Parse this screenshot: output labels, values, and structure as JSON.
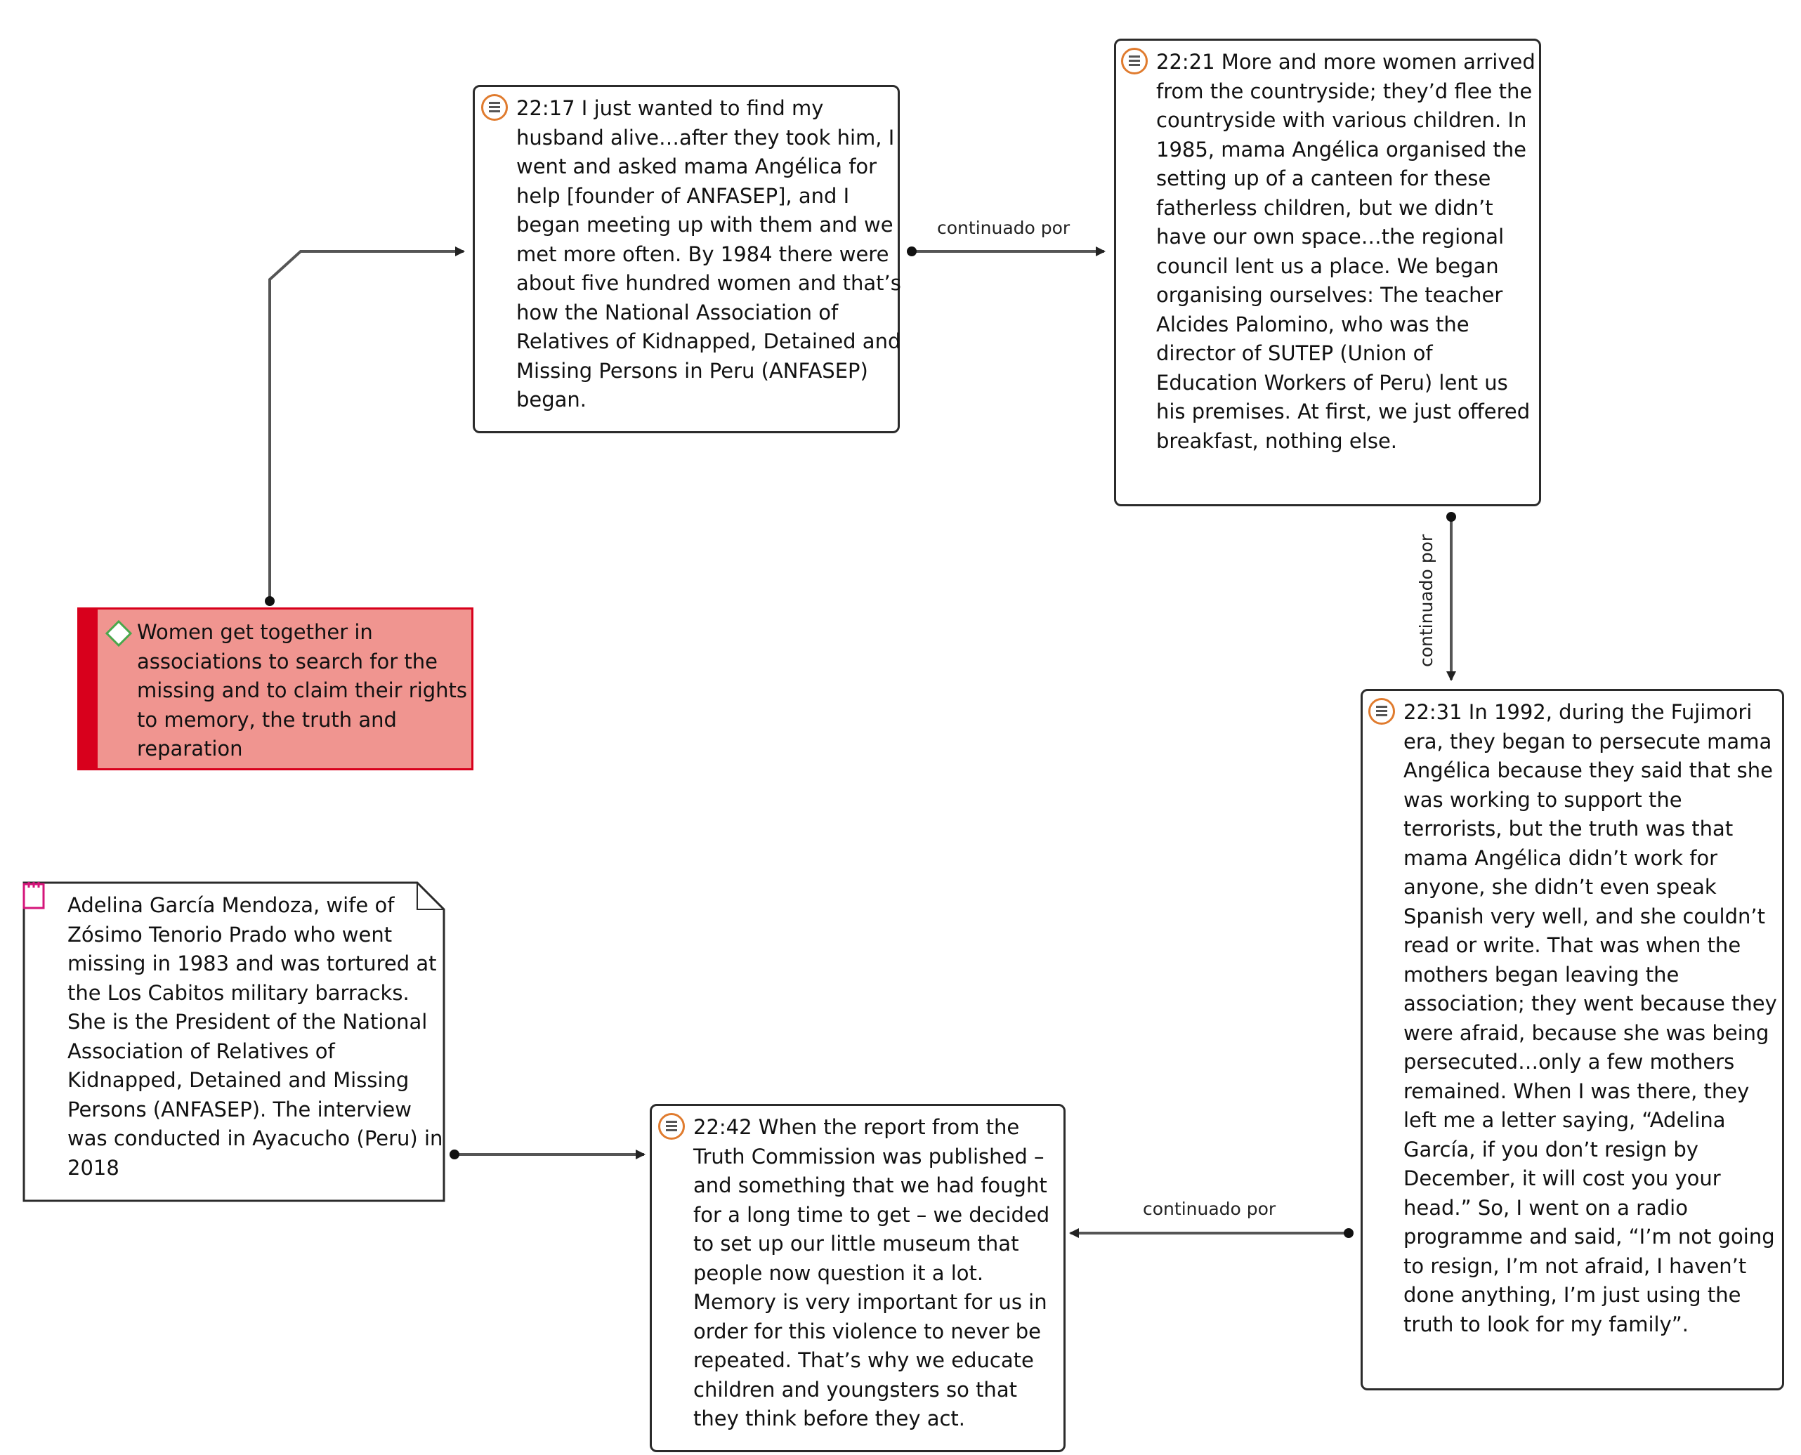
{
  "nodes": {
    "q2217": {
      "icon": "quote-icon",
      "lines": [
        "22:17 I just wanted to find my",
        "husband alive…after they took him, I",
        "went and asked mama Angélica for",
        "help [founder of ANFASEP], and I",
        "began meeting up with them and we",
        "met more often. By 1984 there were",
        "about five hundred women and that’s",
        "how the National Association of",
        "Relatives of Kidnapped, Detained and",
        "Missing Persons in Peru (ANFASEP)",
        "began."
      ]
    },
    "q2221": {
      "icon": "quote-icon",
      "lines": [
        "22:21 More and more women arrived",
        "from the countryside; they’d flee the",
        "countryside with various children. In",
        "1985, mama Angélica organised the",
        "setting up of a canteen for these",
        "fatherless children, but we didn’t",
        "have our own space…the regional",
        "council lent us a place. We began",
        "organising ourselves: The teacher",
        "Alcides Palomino, who was the",
        "director of SUTEP (Union of",
        "Education Workers of Peru) lent us",
        "his premises. At first, we just offered",
        "breakfast, nothing else."
      ]
    },
    "q2231": {
      "icon": "quote-icon",
      "lines": [
        "22:31 In 1992, during the Fujimori",
        "era, they began to persecute mama",
        "Angélica because they said that she",
        "was working to support the",
        "terrorists, but the truth was that",
        "mama Angélica didn’t work for",
        "anyone, she didn’t even speak",
        "Spanish very well, and she couldn’t",
        "read or write. That was when the",
        "mothers began leaving the",
        "association; they went because they",
        "were afraid, because she was being",
        "persecuted…only a few mothers",
        "remained. When I was there, they",
        "left me a letter saying, “Adelina",
        "García, if you don’t resign by",
        "December, it will cost you your",
        "head.” So, I went on a radio",
        "programme and said, “I’m not going",
        "to resign, I’m not afraid, I haven’t",
        "done anything, I’m just using the",
        "truth to look for my family”."
      ]
    },
    "q2242": {
      "icon": "quote-icon",
      "lines": [
        "22:42 When the report from the",
        "Truth Commission was published –",
        "and something that we had fought",
        "for a long time to get – we decided",
        "to set up our little museum that",
        "people now question it a lot.",
        "Memory is very important for us in",
        "order for this violence to never be",
        "repeated. That’s why we educate",
        "children and youngsters so that",
        "they think before they act."
      ]
    },
    "code": {
      "icon": "diamond-icon",
      "color_fill": "#f09590",
      "color_accent": "#d8001c",
      "lines": [
        "Women get together in",
        "associations to search for the",
        "missing and to claim their rights",
        "to memory, the truth and",
        "reparation"
      ]
    },
    "memo": {
      "icon": "memo-icon",
      "lines": [
        "Adelina García Mendoza, wife of",
        "Zósimo Tenorio Prado who went",
        "missing in 1983 and was tortured at",
        "the Los Cabitos military barracks.",
        "She is the President of the National",
        "Association of Relatives of",
        "Kidnapped, Detained and Missing",
        "Persons (ANFASEP). The interview",
        "was conducted in Ayacucho (Peru) in",
        "2018"
      ]
    }
  },
  "links": {
    "l1": {
      "label": "continuado por"
    },
    "l2": {
      "label": "continuado por"
    },
    "l3": {
      "label": "continuado por"
    }
  },
  "colors": {
    "quote_icon": "#e07b2e",
    "memo_icon": "#d4157a",
    "line": "#444444"
  }
}
